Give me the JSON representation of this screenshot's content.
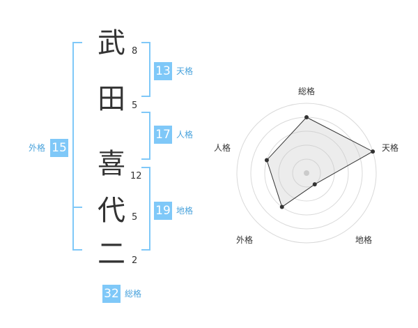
{
  "name": {
    "chars": [
      {
        "char": "武",
        "strokes": "8"
      },
      {
        "char": "田",
        "strokes": "5"
      },
      {
        "char": "喜",
        "strokes": "12"
      },
      {
        "char": "代",
        "strokes": "5"
      },
      {
        "char": "二",
        "strokes": "2"
      }
    ]
  },
  "kaku": {
    "ten": {
      "label": "天格",
      "value": "13"
    },
    "jin": {
      "label": "人格",
      "value": "17"
    },
    "chi": {
      "label": "地格",
      "value": "19"
    },
    "gai": {
      "label": "外格",
      "value": "15"
    },
    "so": {
      "label": "総格",
      "value": "32"
    }
  },
  "colors": {
    "accent": "#7fc8f8",
    "bracket": "#7fc8f8",
    "ring": "#d9d9d9",
    "fill": "#e8e8e8"
  },
  "chart_data": {
    "type": "radar",
    "axes": [
      "総格",
      "天格",
      "地格",
      "外格",
      "人格"
    ],
    "values": [
      4,
      5,
      1,
      3,
      3
    ],
    "range": [
      0,
      5
    ],
    "rings": 5,
    "grid": true
  }
}
